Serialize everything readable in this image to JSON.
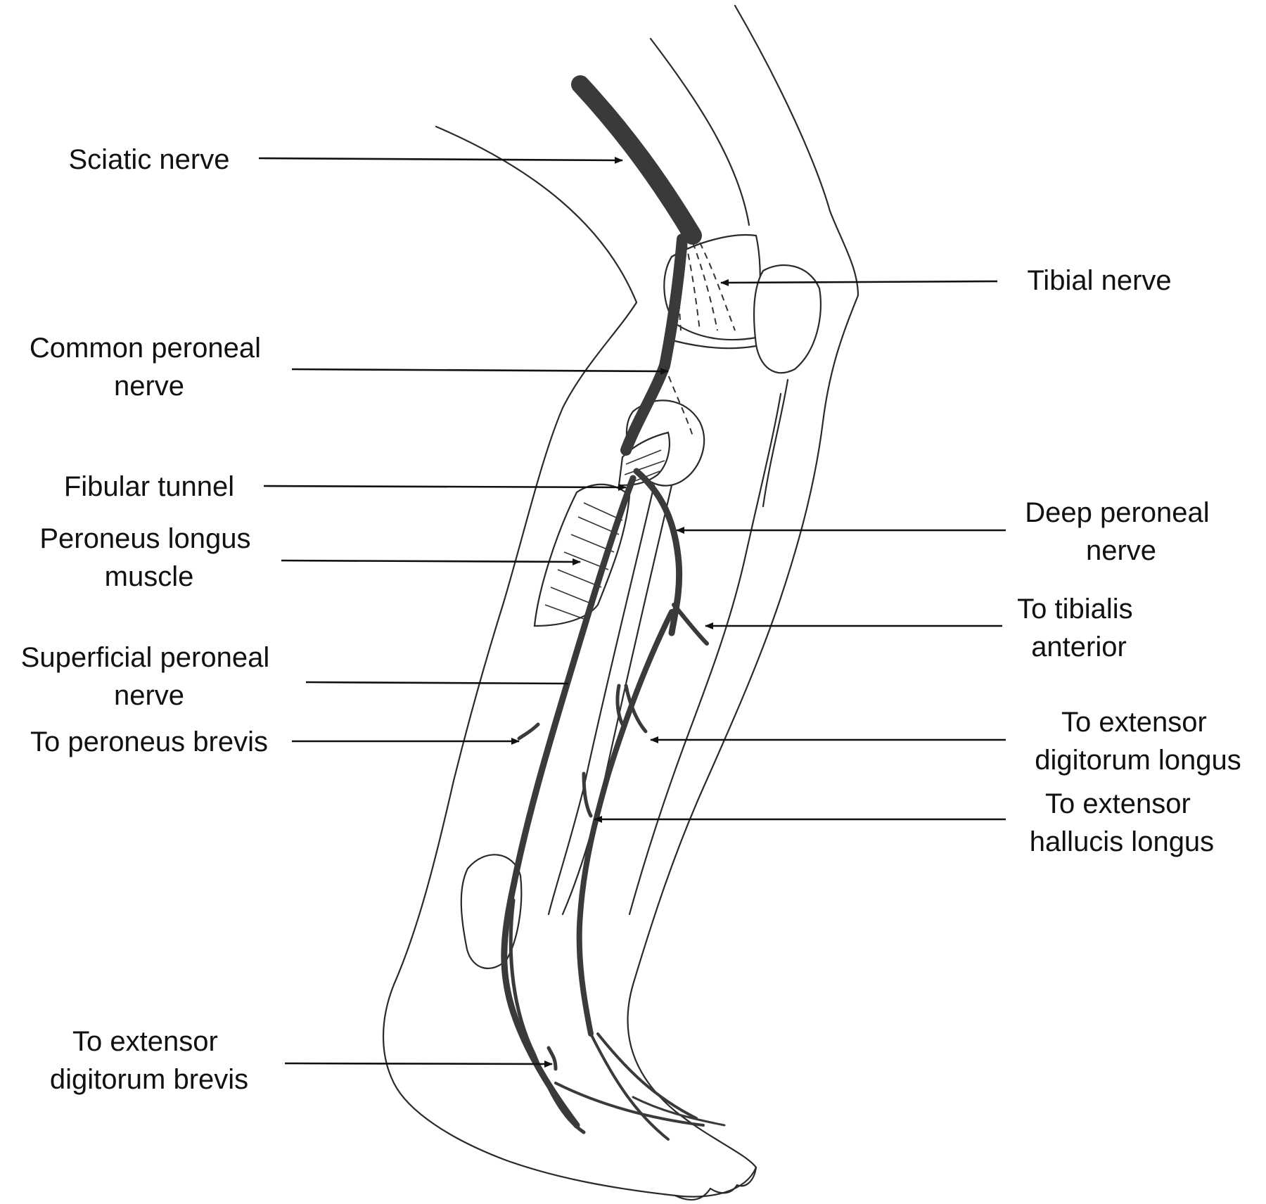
{
  "labels": {
    "sciatic": [
      "Sciatic nerve"
    ],
    "tibial": [
      "Tibial nerve"
    ],
    "common_peroneal": [
      "Common peroneal",
      "nerve"
    ],
    "fibular_tunnel": [
      "Fibular tunnel"
    ],
    "peroneus_longus": [
      "Peroneus longus",
      "muscle"
    ],
    "superficial_peroneal": [
      "Superficial peroneal",
      "nerve"
    ],
    "peroneus_brevis": [
      "To peroneus brevis"
    ],
    "extensor_digitorum_brevis": [
      "To extensor",
      "digitorum brevis"
    ],
    "deep_peroneal": [
      "Deep peroneal",
      "nerve"
    ],
    "tibialis_anterior": [
      "To tibialis",
      "anterior"
    ],
    "extensor_digitorum_longus": [
      "To extensor",
      "digitorum longus"
    ],
    "extensor_hallucis_longus": [
      "To extensor",
      "hallucis longus"
    ]
  }
}
